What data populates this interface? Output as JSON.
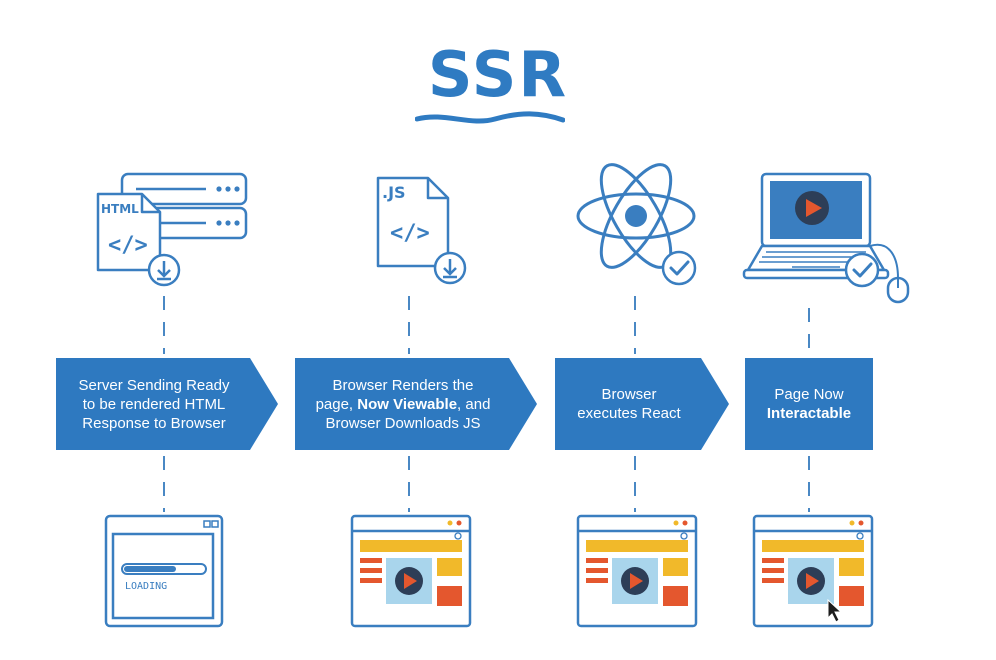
{
  "title": "SSR",
  "steps": [
    {
      "icon": "html-file-server-download-icon",
      "file_label": "HTML",
      "lines": [
        {
          "pre": "Server Sending Ready",
          "bold": "",
          "post": ""
        },
        {
          "pre": "to be rendered HTML",
          "bold": "",
          "post": ""
        },
        {
          "pre": "Response to Browser",
          "bold": "",
          "post": ""
        }
      ],
      "screen": "loading",
      "loading_label": "LOADING"
    },
    {
      "icon": "js-file-download-icon",
      "file_label": ".JS",
      "lines": [
        {
          "pre": "Browser Renders the",
          "bold": "",
          "post": ""
        },
        {
          "pre": "page, ",
          "bold": "Now Viewable",
          "post": ", and"
        },
        {
          "pre": "Browser Downloads JS",
          "bold": "",
          "post": ""
        }
      ],
      "screen": "rendered-page"
    },
    {
      "icon": "react-atom-check-icon",
      "lines": [
        {
          "pre": "Browser",
          "bold": "",
          "post": ""
        },
        {
          "pre": "executes React",
          "bold": "",
          "post": ""
        }
      ],
      "screen": "rendered-page"
    },
    {
      "icon": "laptop-check-mouse-icon",
      "lines": [
        {
          "pre": "Page Now",
          "bold": "",
          "post": ""
        },
        {
          "pre": "",
          "bold": "Interactable",
          "post": ""
        }
      ],
      "screen": "rendered-page-cursor"
    }
  ],
  "colors": {
    "brand_blue": "#2f7bc2",
    "banner_blue": "#2e79c0",
    "icon_blue": "#3a7ec0",
    "yellow": "#f1b92a",
    "orange": "#e4572e",
    "light_blue": "#a9d5ec",
    "dark_navy": "#2d3e57"
  }
}
